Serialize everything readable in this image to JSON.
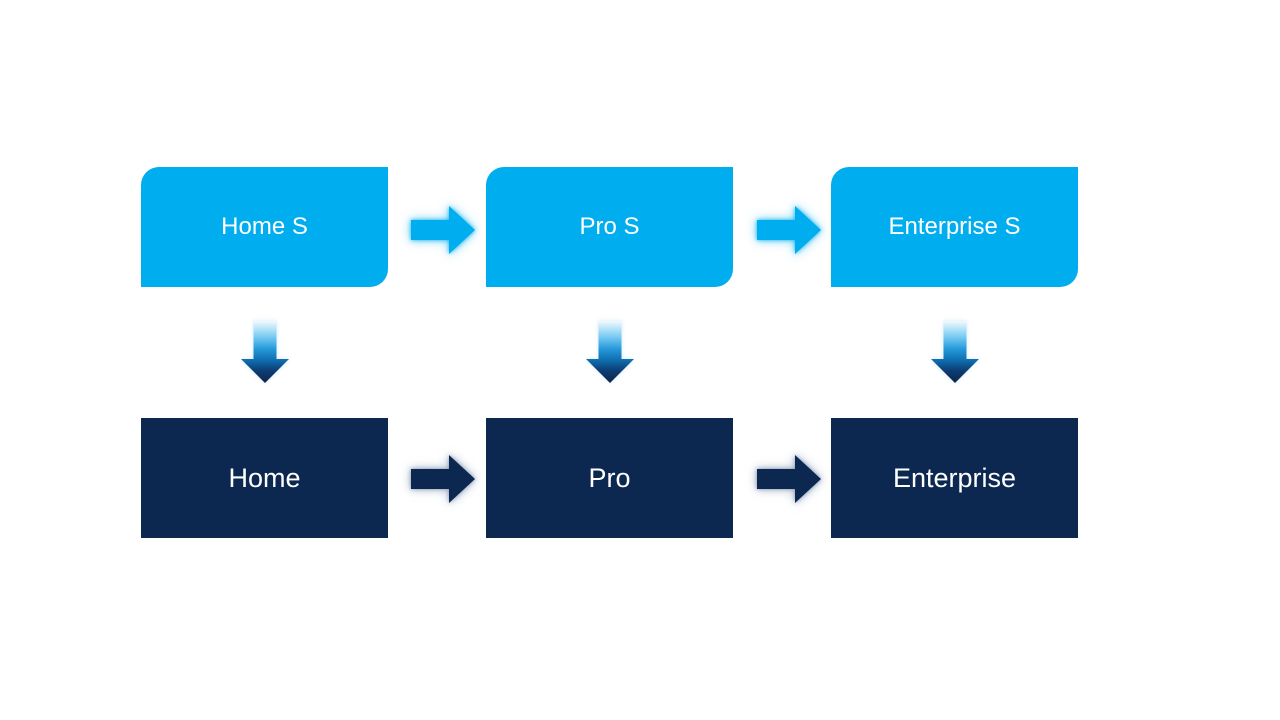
{
  "diagram": {
    "background_color": "#FFFFFF",
    "colors": {
      "top_node_fill": "#00ADEE",
      "bottom_node_fill": "#0C2850",
      "label_text": "#FFFFFF",
      "top_arrow_fill": "#00ADEE",
      "bottom_arrow_fill": "#0C2850",
      "down_arrow_gradient_top": "#F2FAFE",
      "down_arrow_gradient_light": "#7ACCF2",
      "down_arrow_gradient_mid": "#2699DB",
      "down_arrow_gradient_deep": "#0F6FB0",
      "down_arrow_gradient_dark": "#0D3C74",
      "down_arrow_gradient_tip": "#0D2545"
    },
    "top_row": {
      "nodes": [
        {
          "label": "Home S"
        },
        {
          "label": "Pro S"
        },
        {
          "label": "Enterprise S"
        }
      ]
    },
    "bottom_row": {
      "nodes": [
        {
          "label": "Home"
        },
        {
          "label": "Pro"
        },
        {
          "label": "Enterprise"
        }
      ]
    }
  }
}
